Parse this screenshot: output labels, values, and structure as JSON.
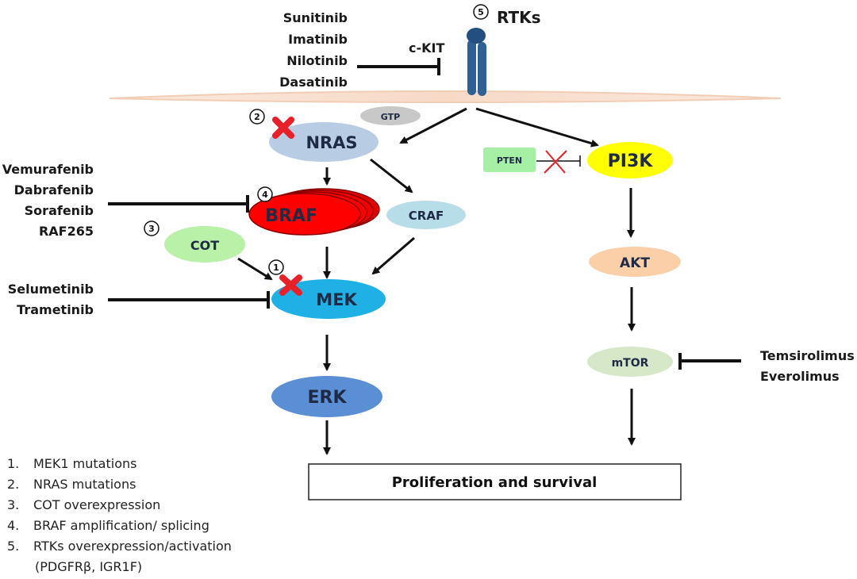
{
  "title": "Melanoma MAPK / PI3K resistance pathways",
  "membrane": {
    "color": "#f7dccb"
  },
  "receptor": {
    "label": "RTKs",
    "marker": "5",
    "color": "#2e5f95",
    "co_label": "c-KIT",
    "inhibitors": [
      "Sunitinib",
      "Imatinib",
      "Nilotinib",
      "Dasatinib"
    ]
  },
  "nodes": {
    "gtp": {
      "label": "GTP",
      "color": "#c8c8c8"
    },
    "nras": {
      "label": "NRAS",
      "color": "#b8cce4",
      "marker": "2",
      "mutated": true
    },
    "braf": {
      "label": "BRAF",
      "color": "#ff0000",
      "marker": "4"
    },
    "craf": {
      "label": "CRAF",
      "color": "#b7dde8"
    },
    "cot": {
      "label": "COT",
      "color": "#b9f1a8",
      "marker": "3"
    },
    "mek": {
      "label": "MEK",
      "color": "#1fb0e6",
      "marker": "1",
      "mutated": true
    },
    "erk": {
      "label": "ERK",
      "color": "#5a8fd6"
    },
    "pi3k": {
      "label": "PI3K",
      "color": "#ffff00"
    },
    "pten": {
      "label": "PTEN",
      "color": "#a6f0a6"
    },
    "akt": {
      "label": "AKT",
      "color": "#fbcfa7"
    },
    "mtor": {
      "label": "mTOR",
      "color": "#d6e8c8"
    }
  },
  "inhibitor_groups": {
    "braf": [
      "Vemurafenib",
      "Dabrafenib",
      "Sorafenib",
      "RAF265"
    ],
    "mek": [
      "Selumetinib",
      "Trametinib"
    ],
    "mtor": [
      "Temsirolimus",
      "Everolimus"
    ]
  },
  "outcome": {
    "label": "Proliferation and survival"
  },
  "mutation_mark_color": "#e8202a",
  "legend": [
    {
      "num": "1.",
      "text": "MEK1 mutations"
    },
    {
      "num": "2.",
      "text": "NRAS mutations"
    },
    {
      "num": "3.",
      "text": "COT overexpression"
    },
    {
      "num": "4.",
      "text": "BRAF amplification/ splicing"
    },
    {
      "num": "5.",
      "text": "RTKs overexpression/activation"
    },
    {
      "num": "",
      "text": "(PDGFRβ, IGR1F)"
    }
  ]
}
